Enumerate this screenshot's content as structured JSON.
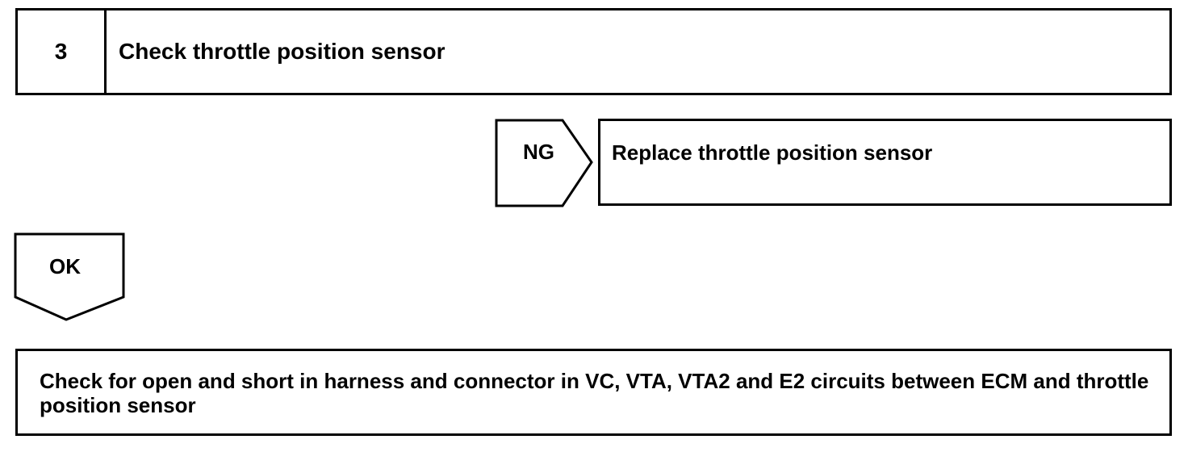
{
  "step": {
    "number": "3",
    "title": "Check throttle position sensor"
  },
  "ng_branch": {
    "label": "NG",
    "action": "Replace throttle position sensor"
  },
  "ok_branch": {
    "label": "OK"
  },
  "next_step": {
    "text": "Check for open and short in harness and connector in VC, VTA, VTA2 and E2 circuits between ECM and throttle position sensor"
  }
}
